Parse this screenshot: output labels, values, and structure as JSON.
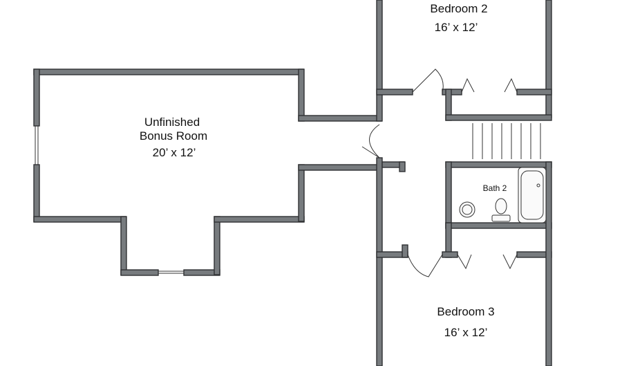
{
  "rooms": {
    "bonus": {
      "line1": "Unfinished",
      "line2": "Bonus Room",
      "size": "20’ x 12’"
    },
    "bedroom2": {
      "name": "Bedroom 2",
      "size": "16’ x 12’"
    },
    "bedroom3": {
      "name": "Bedroom 3",
      "size": "16’ x 12’"
    },
    "bath2": {
      "name": "Bath 2"
    }
  }
}
